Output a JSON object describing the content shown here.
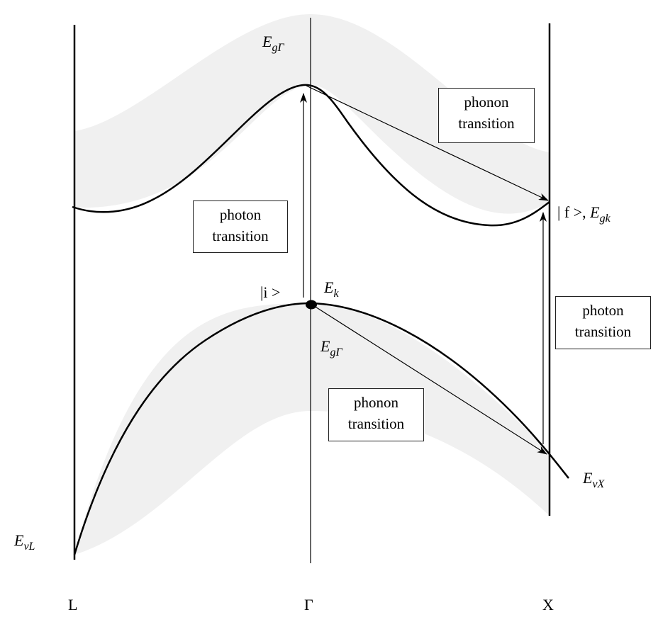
{
  "axis_labels": {
    "L": "L",
    "Gamma": "Γ",
    "X": "X"
  },
  "energy_labels": {
    "EgGamma_top": {
      "main": "E",
      "sub": "gΓ"
    },
    "EgGamma_mid": {
      "main": "E",
      "sub": "gΓ"
    },
    "Ek": {
      "main": "E",
      "sub": "k"
    },
    "EvL": {
      "main": "E",
      "sub": "vL"
    },
    "EvX": {
      "main": "E",
      "sub": "vX"
    },
    "state_i": "|i >",
    "state_f_prefix": "| f >, ",
    "Egk": {
      "main": "E",
      "sub": "gk"
    }
  },
  "boxes": {
    "phonon_upper": {
      "line1": "phonon",
      "line2": "transition"
    },
    "photon_left": {
      "line1": "photon",
      "line2": "transition"
    },
    "photon_right": {
      "line1": "photon",
      "line2": "transition"
    },
    "phonon_lower": {
      "line1": "phonon",
      "line2": "transition"
    }
  },
  "colors": {
    "band_fill": "#f0f0f0",
    "line": "#000000"
  }
}
